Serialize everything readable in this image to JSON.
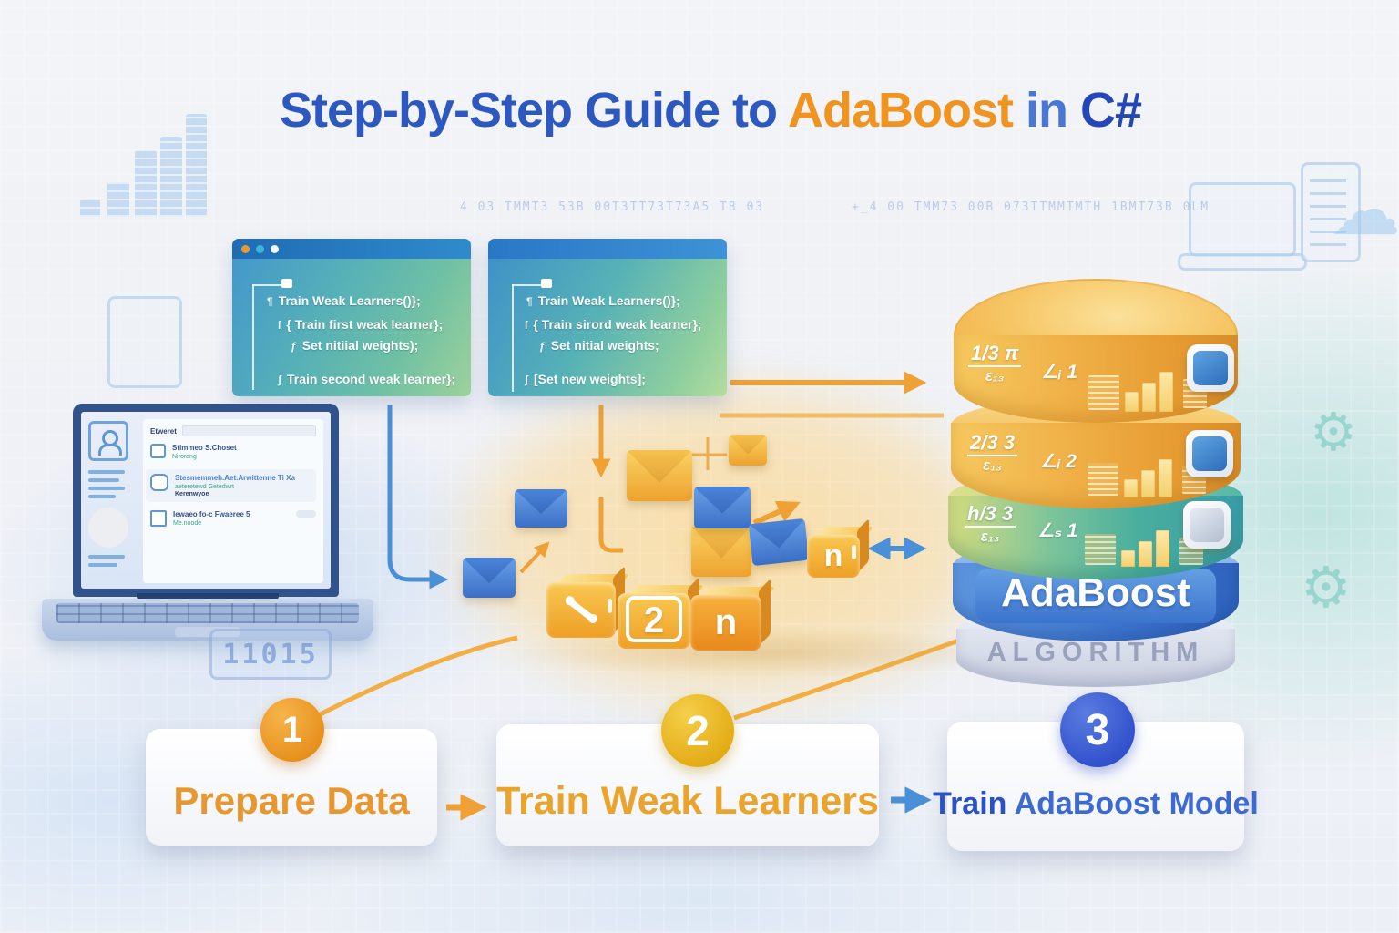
{
  "title": {
    "prefix": "Step-by-Step Guide to",
    "highlight": "AdaBoost",
    "mid": "in",
    "suffix": "C#"
  },
  "code_window_1": {
    "lines": [
      {
        "prefix": "¶",
        "text": "Train Weak Learners()};"
      },
      {
        "prefix": "ſ",
        "text": "{ Train first weak learner};"
      },
      {
        "prefix": "ƒ",
        "text": "Set nitiial weights);"
      },
      {
        "prefix": "ʃ",
        "text": "Train second weak learner};"
      }
    ]
  },
  "code_window_2": {
    "lines": [
      {
        "prefix": "¶",
        "text": "Train Weak Learners()};"
      },
      {
        "prefix": "ſ",
        "text": "{ Train sirord weak learner};"
      },
      {
        "prefix": "ƒ",
        "text": "Set nitial weights;"
      },
      {
        "prefix": "ʃ",
        "text": "[Set new weights];"
      }
    ]
  },
  "laptop": {
    "screen": {
      "header": "Etweret",
      "rows": [
        {
          "title": "Stimmeo S.Choset",
          "sub": "Nirorang"
        },
        {
          "title": "Stesmemmeh.Aet.Arwittenne Ti Xa",
          "sub": "aeteretewd Getedwrt",
          "sub2": "Kerenwyoe"
        },
        {
          "title": "Iewaeo fo-c Fwaeree 5",
          "sub": "Me.noode"
        }
      ]
    },
    "badge": "11015"
  },
  "flow": {
    "cube_2": "2",
    "cube_n": "n",
    "cube_n_right": "n"
  },
  "database": {
    "tiers": [
      {
        "num": "1/3 π",
        "den": "ε₁₃",
        "side": "∠ᵢ 1"
      },
      {
        "num": "2/3 3",
        "den": "ε₁₃",
        "side": "∠ᵢ 2"
      },
      {
        "num": "h/3 3",
        "den": "ε₁₃",
        "side": "∠ₛ 1"
      }
    ],
    "label": "AdaBoost",
    "sublabel": "ALGORITHM"
  },
  "steps": [
    {
      "number": "1",
      "label": "Prepare Data"
    },
    {
      "number": "2",
      "label": "Train Weak Learners"
    },
    {
      "number": "3",
      "label_strong": "Train",
      "label_rest": "AdaBoost Model"
    }
  ],
  "decor": {
    "code_strip_left": "4 03 TMMT3 53B 00T3TT73T73A5 TB 03",
    "code_strip_right": "+_4 00 TMM73 00B 073TTMMTMTH 1BMT73B 0LM",
    "cloud_glyph": "☁",
    "gear_glyph": "⚙"
  },
  "colors": {
    "title_blue": "#2d58c0",
    "title_orange": "#f0931f",
    "step1_orange": "#e8962e",
    "step2_gold": "#e9a92c",
    "step3_blue": "#3a63cf",
    "db_orange": "#eda63c",
    "db_teal": "#4db3a0",
    "db_blue": "#3f7fd2",
    "db_gray": "#cdd3e2"
  }
}
